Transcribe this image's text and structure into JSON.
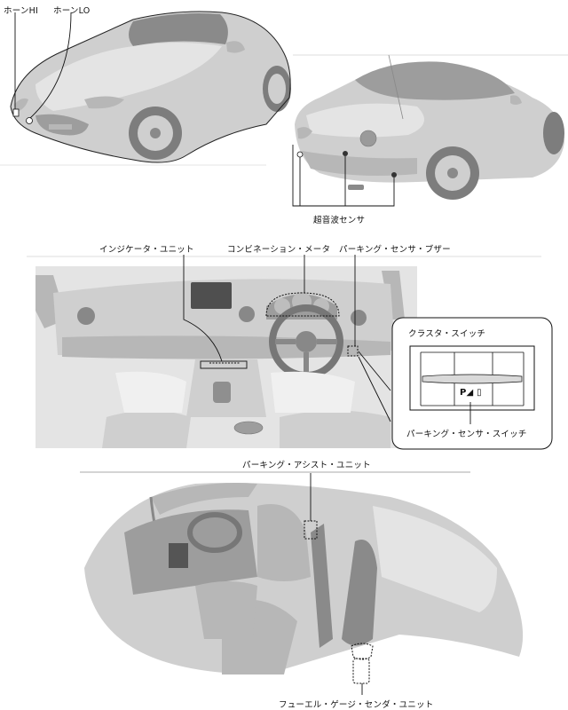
{
  "labels": {
    "horn_hi": "ホーンHI",
    "horn_lo": "ホーンLO",
    "ultrasonic_sensor": "超音波センサ",
    "indicator_unit": "インジケータ・ユニット",
    "combination_meter": "コンビネーション・メータ",
    "parking_sensor_buzzer": "パーキング・センサ・ブザー",
    "cluster_switch": "クラスタ・スイッチ",
    "parking_sensor_switch": "パーキング・センサ・スイッチ",
    "parking_assist_unit": "パーキング・アシスト・ユニット",
    "fuel_gauge_sender_unit": "フューエル・ゲージ・センダ・ユニット"
  },
  "switch_glyph": "P◢ ▯",
  "colors": {
    "body_light": "#cfcfcf",
    "body_mid": "#b7b7b7",
    "body_dark": "#9d9d9d",
    "line": "#222222"
  }
}
